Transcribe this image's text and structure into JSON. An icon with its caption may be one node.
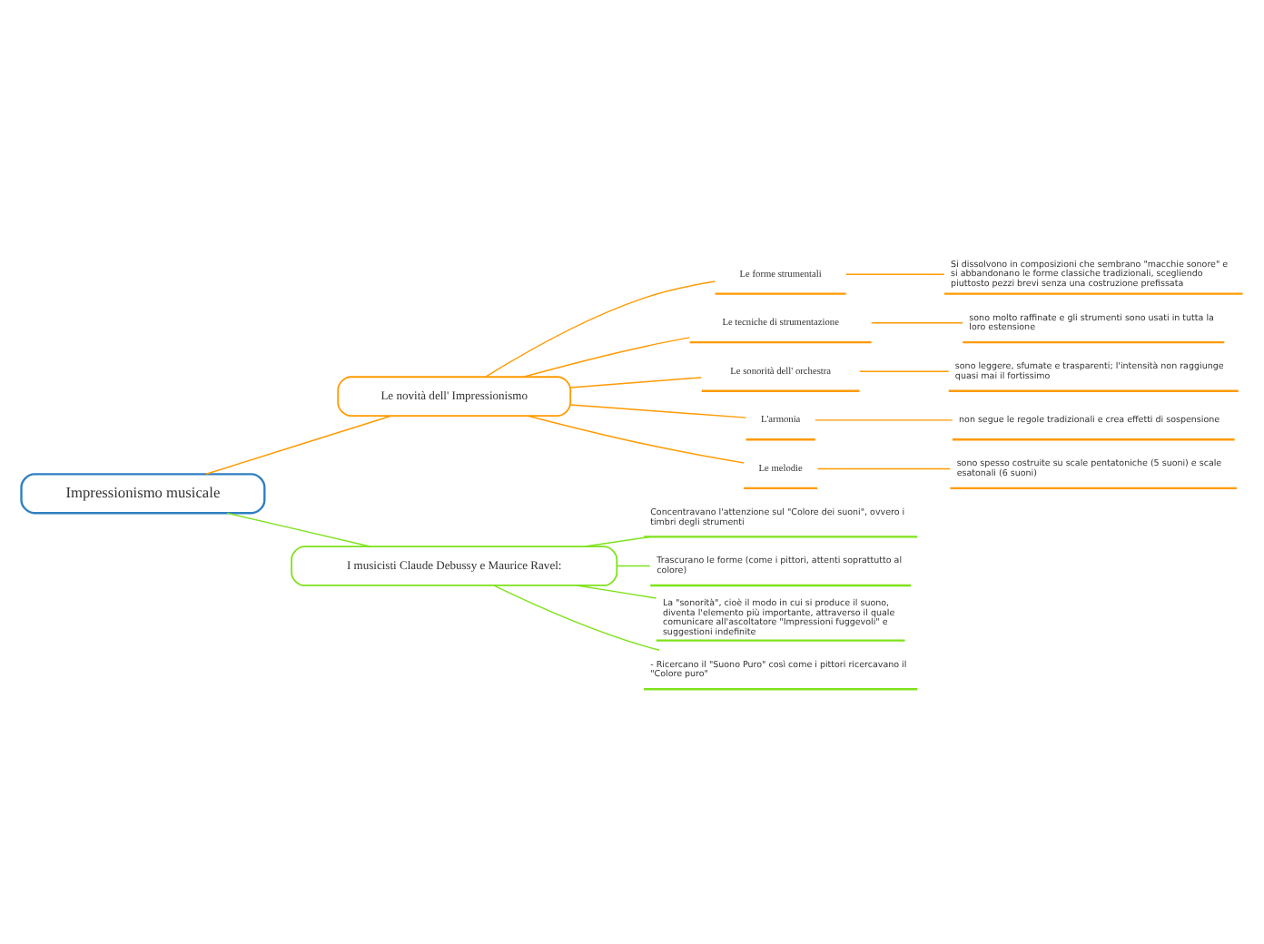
{
  "diagram": {
    "nodes": [
      {
        "text": [
          "Impressionismo musicale"
        ]
      },
      {
        "text": [
          "Le novità dell' Impressionismo"
        ]
      },
      {
        "text": [
          "Le forme strumentali"
        ]
      },
      {
        "text": [
          "Le tecniche di strumentazione"
        ]
      },
      {
        "text": [
          "Le sonorità dell' orchestra"
        ]
      },
      {
        "text": [
          "L'armonia"
        ]
      },
      {
        "text": [
          "Le melodie"
        ]
      },
      {
        "text": [
          "Si dissolvono in composizioni che sembrano \"macchie sonore\" e si abbandonano le forme classiche tradizionali, scegliendo piuttosto pezzi brevi senza una costruzione prefissata"
        ]
      },
      {
        "text": [
          "sono molto raffinate e gli strumenti sono usati in tutta la loro estensione"
        ]
      },
      {
        "text": [
          "sono leggere, sfumate e trasparenti; l'intensità non raggiunge quasi mai il fortissimo"
        ]
      },
      {
        "text": [
          "non segue le regole tradizionali e crea effetti di sospensione"
        ]
      },
      {
        "text": [
          "sono spesso costruite su scale pentatoniche (5 suoni) e scale esatonali (6 suoni)"
        ]
      },
      {
        "text": [
          "I musicisti Claude Debussy e Maurice Ravel:"
        ]
      },
      {
        "text": [
          "Concentravano l'attenzione sul \"Colore dei suoni\", ovvero i timbri degli strumenti"
        ]
      },
      {
        "text": [
          "Trascurano le forme (come i pittori, attenti soprattutto al colore)"
        ]
      },
      {
        "text": [
          "La \"sonorità\", cioè il modo in cui si produce il suono, diventa l'elemento più importante, attraverso il quale comunicare all'ascoltatore \"Impressioni fuggevoli\" e suggestioni indefinite"
        ]
      },
      {
        "text": [
          "- Ricercano il \"Suono Puro\" così come i pittori ricercavano il \"Colore puro\""
        ]
      }
    ],
    "edges": [
      {
        "from": 0,
        "to": 1,
        "arrow": "none"
      },
      {
        "from": 1,
        "to": 2,
        "arrow": "none"
      },
      {
        "from": 1,
        "to": 3,
        "arrow": "none"
      },
      {
        "from": 1,
        "to": 4,
        "arrow": "none"
      },
      {
        "from": 1,
        "to": 5,
        "arrow": "none"
      },
      {
        "from": 1,
        "to": 6,
        "arrow": "none"
      },
      {
        "from": 2,
        "to": 7,
        "arrow": "none"
      },
      {
        "from": 3,
        "to": 8,
        "arrow": "none"
      },
      {
        "from": 4,
        "to": 9,
        "arrow": "none"
      },
      {
        "from": 5,
        "to": 10,
        "arrow": "none"
      },
      {
        "from": 6,
        "to": 11,
        "arrow": "none"
      },
      {
        "from": 0,
        "to": 12,
        "arrow": "none",
        "color": "#7ee21a"
      },
      {
        "from": 12,
        "to": 13,
        "arrow": "none",
        "color": "#7ee21a"
      },
      {
        "from": 12,
        "to": 14,
        "arrow": "none",
        "color": "#7ee21a"
      },
      {
        "from": 12,
        "to": 15,
        "arrow": "none",
        "color": "#7ee21a"
      },
      {
        "from": 12,
        "to": 16,
        "arrow": "none",
        "color": "#7ee21a"
      }
    ]
  }
}
